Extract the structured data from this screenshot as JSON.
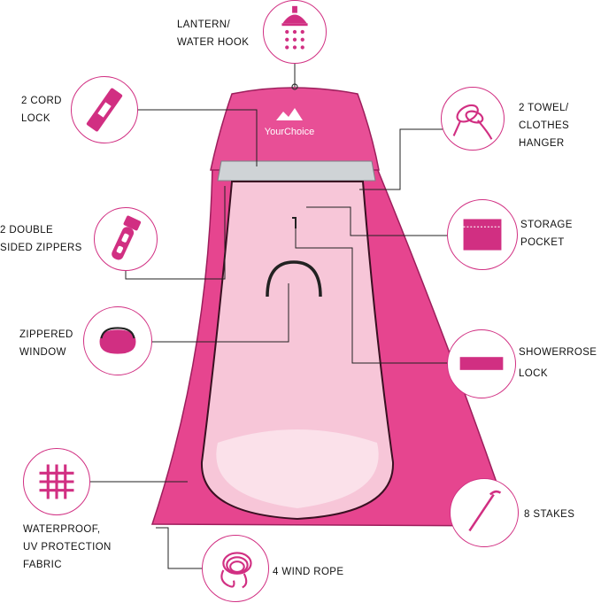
{
  "colors": {
    "accent": "#d12f82",
    "tent_pink": "#e6458f",
    "tent_inner": "#f7c6d8",
    "leader_line": "#222222"
  },
  "brand": {
    "logo_text": "YourChoice"
  },
  "callouts": [
    {
      "id": "lantern-hook",
      "icon": "shower-head-icon",
      "lines": [
        "LANTERN/",
        "WATER HOOK"
      ]
    },
    {
      "id": "cord-lock",
      "icon": "cord-lock-icon",
      "lines": [
        "2 CORD",
        "LOCK"
      ]
    },
    {
      "id": "towel-hanger",
      "icon": "rope-loop-icon",
      "lines": [
        "2 TOWEL/",
        "CLOTHES",
        "HANGER"
      ]
    },
    {
      "id": "zippers",
      "icon": "zipper-pull-icon",
      "lines": [
        "2 DOUBLE",
        "SIDED ZIPPERS"
      ]
    },
    {
      "id": "storage-pocket",
      "icon": "pocket-icon",
      "lines": [
        "STORAGE",
        "POCKET"
      ]
    },
    {
      "id": "window",
      "icon": "window-icon",
      "lines": [
        "ZIPPERED",
        "WINDOW"
      ]
    },
    {
      "id": "showerrose-lock",
      "icon": "strap-icon",
      "lines": [
        "SHOWERROSE",
        "LOCK"
      ]
    },
    {
      "id": "fabric",
      "icon": "mesh-grid-icon",
      "lines": [
        "WATERPROOF,",
        "UV PROTECTION",
        "FABRIC"
      ]
    },
    {
      "id": "stakes",
      "icon": "stake-icon",
      "lines": [
        "8 STAKES"
      ]
    },
    {
      "id": "wind-rope",
      "icon": "coiled-rope-icon",
      "lines": [
        "4 WIND ROPE"
      ]
    }
  ]
}
